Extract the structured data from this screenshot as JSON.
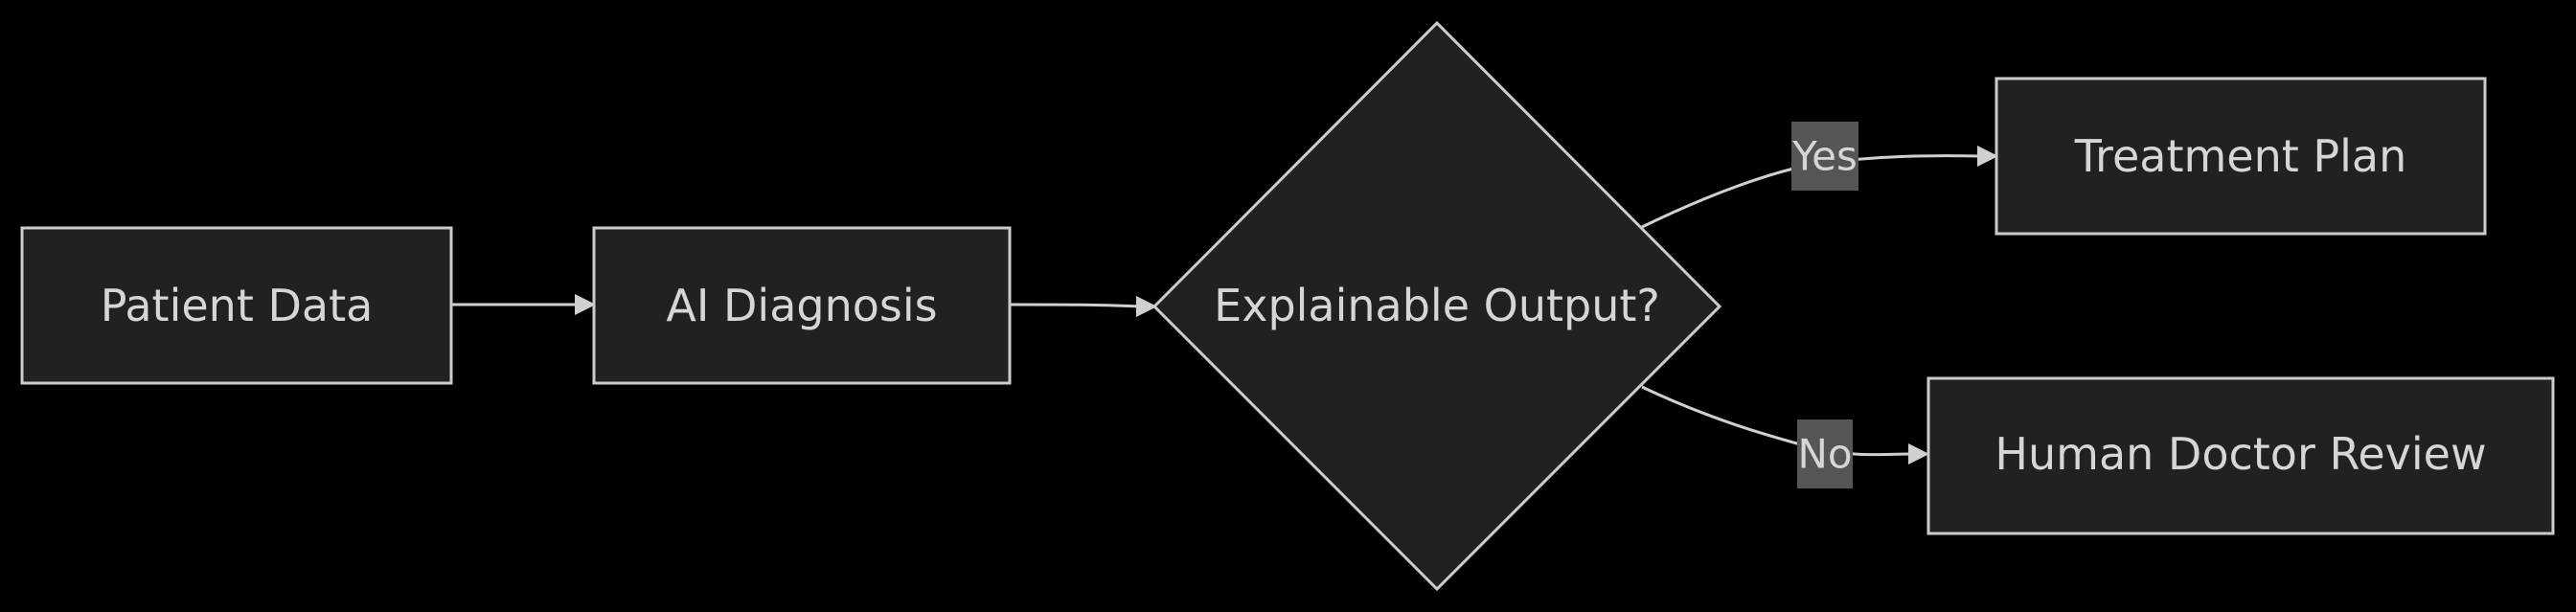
{
  "nodes": {
    "patient_data": "Patient Data",
    "ai_diagnosis": "AI Diagnosis",
    "explainable_output": "Explainable Output?",
    "treatment_plan": "Treatment Plan",
    "human_doctor_review": "Human Doctor Review"
  },
  "edges": {
    "yes_label": "Yes",
    "no_label": "No"
  },
  "colors": {
    "background": "#000000",
    "node_fill": "#202222",
    "node_stroke": "#cccccc",
    "text": "#d6d6d6",
    "edge_label_bg": "#555555"
  }
}
